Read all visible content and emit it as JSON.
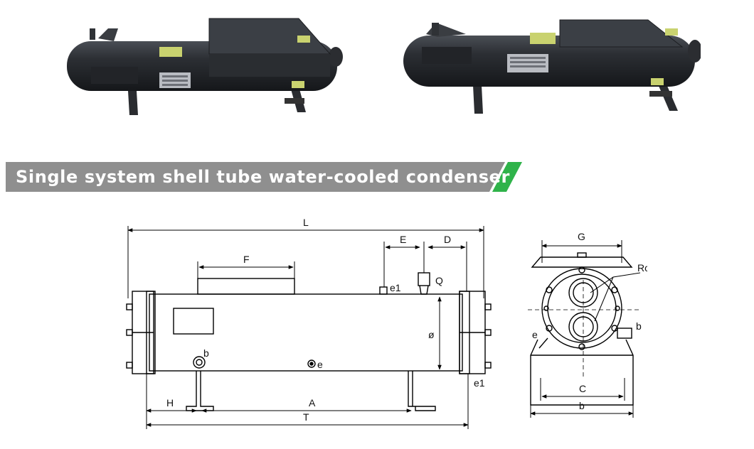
{
  "banner": {
    "title": "Single system shell tube water-cooled condenser",
    "bg_color": "#8f8f8f",
    "accent_color": "#2fb34a"
  },
  "photos": [
    {
      "name": "photo-condenser-left"
    },
    {
      "name": "photo-condenser-right"
    }
  ],
  "drawing": {
    "side_view_labels": {
      "L": "L",
      "F": "F",
      "E": "E",
      "D": "D",
      "Q": "Q",
      "e1_top": "e1",
      "e1_bottom": "e1",
      "diameter": "ø",
      "b": "b",
      "e": "e",
      "H": "H",
      "A": "A",
      "T": "T"
    },
    "end_view_labels": {
      "G": "G",
      "Rc": "Rc",
      "e": "e",
      "b_right": "b",
      "C": "C",
      "b_bottom": "b"
    }
  }
}
